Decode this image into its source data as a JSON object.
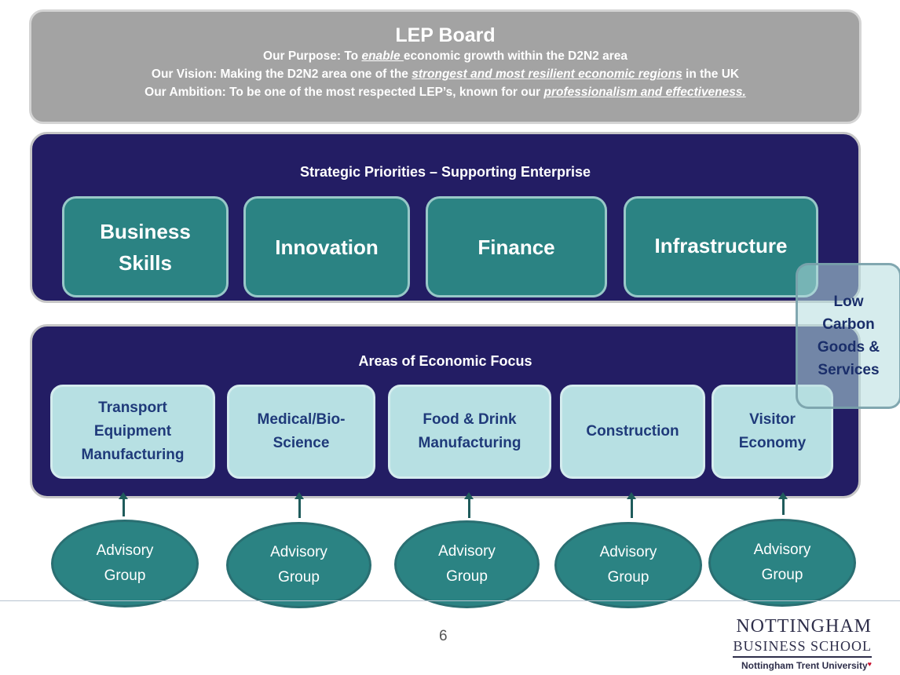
{
  "lep_board": {
    "title": "LEP Board",
    "purpose_prefix": "Our Purpose:  To ",
    "purpose_emph": "enable ",
    "purpose_suffix": "economic growth within the D2N2 area",
    "vision_prefix": "Our Vision: Making  the D2N2 area one of the ",
    "vision_emph": "strongest and most resilient economic regions",
    "vision_suffix": " in the UK",
    "ambition_prefix": "Our Ambition: To be one of the most respected LEP’s, known for our ",
    "ambition_emph": "professionalism and effectiveness."
  },
  "strategic": {
    "title": "Strategic Priorities – Supporting  Enterprise",
    "items": [
      {
        "line1": "Business",
        "line2": "Skills"
      },
      {
        "line1": "Innovation"
      },
      {
        "line1": "Finance"
      },
      {
        "line1": "Infrastructure"
      }
    ]
  },
  "focus": {
    "title": "Areas of Economic Focus",
    "items": [
      {
        "line1": "Transport",
        "line2": "Equipment",
        "line3": "Manufacturing"
      },
      {
        "line1": "Medical/Bio-",
        "line2": "Science"
      },
      {
        "line1": "Food & Drink",
        "line2": "Manufacturing"
      },
      {
        "line1": "Construction"
      },
      {
        "line1": "Visitor",
        "line2": "Economy"
      }
    ]
  },
  "low_carbon": {
    "line1": "Low",
    "line2": "Carbon",
    "line3": "Goods &",
    "line4": "Services"
  },
  "advisory": [
    {
      "line1": "Advisory",
      "line2": "Group"
    },
    {
      "line1": "Advisory",
      "line2": "Group"
    },
    {
      "line1": "Advisory",
      "line2": "Group"
    },
    {
      "line1": "Advisory",
      "line2": "Group"
    },
    {
      "line1": "Advisory",
      "line2": "Group"
    }
  ],
  "page_number": "6",
  "logo": {
    "line1": "NOTTINGHAM",
    "line2": "BUSINESS SCHOOL",
    "line3": "Nottingham Trent University"
  },
  "colors": {
    "board_grey": "#a3a3a3",
    "navy": "#231d64",
    "teal": "#2b8383",
    "light_teal": "#b7e0e3"
  }
}
